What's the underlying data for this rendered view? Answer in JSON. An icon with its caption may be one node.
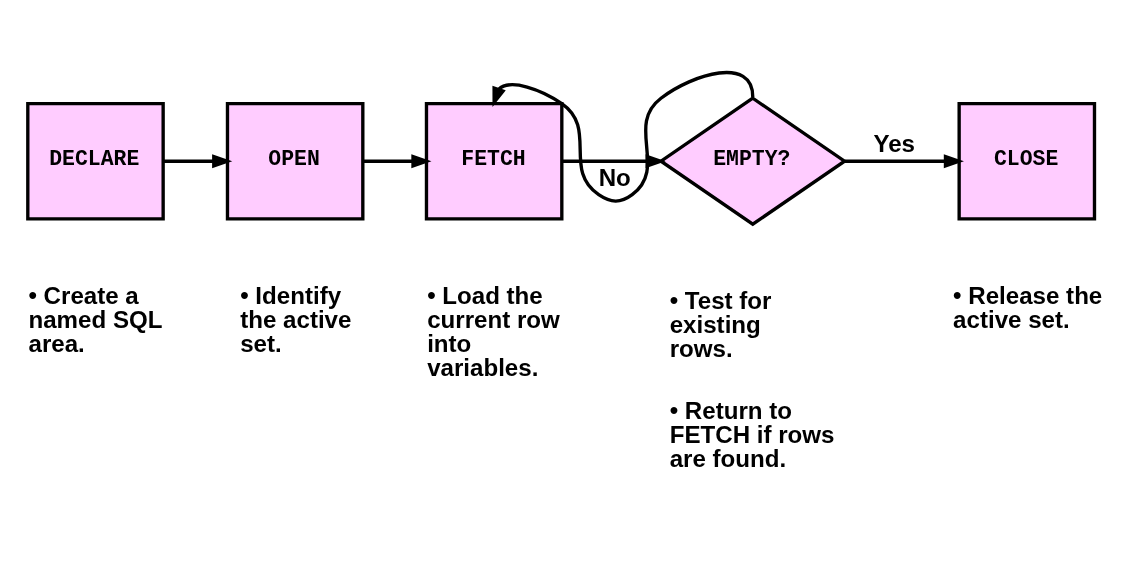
{
  "diagram": {
    "nodes": [
      {
        "text": [
          "DECLARE"
        ],
        "beside": [
          "• Create a named SQL area."
        ]
      },
      {
        "text": [
          "OPEN"
        ],
        "beside": [
          "• Identify the active set."
        ]
      },
      {
        "text": [
          "FETCH"
        ],
        "beside": [
          "• Load the current row into variables."
        ]
      },
      {
        "text": [
          "EMPTY?"
        ],
        "beside": [
          "• Test for existing rows.",
          "• Return to FETCH if rows are found."
        ]
      },
      {
        "text": [
          "CLOSE"
        ],
        "beside": [
          "• Release the active set."
        ]
      }
    ],
    "edges": [
      {
        "from": 0,
        "to": 1,
        "arrow": "to"
      },
      {
        "from": 1,
        "to": 2,
        "arrow": "to"
      },
      {
        "from": 2,
        "to": 3,
        "arrow": "to"
      },
      {
        "from": 3,
        "to": 4,
        "arrow": "to",
        "label": "Yes"
      },
      {
        "from": 3,
        "to": 2,
        "arrow": "to",
        "label": "No"
      }
    ]
  }
}
